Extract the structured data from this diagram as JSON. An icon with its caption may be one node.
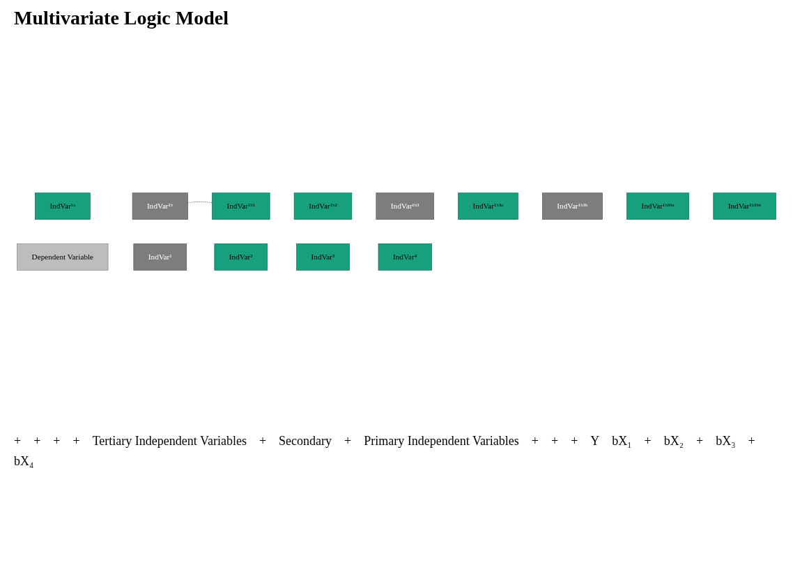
{
  "diagram": {
    "title": "Multivariate Logic Model",
    "nodes": [
      {
        "text": [
          "IndVar¹ᵇ³ᵇ"
        ]
      },
      {
        "text": [
          "IndVar¹ᵇ³ᵇᵃ"
        ]
      },
      {
        "text": [
          "IndVar¹ᵇ³ᵇᵇ"
        ]
      },
      {
        "text": [
          "IndVar¹ᵇ³ᵃ"
        ]
      },
      {
        "text": [
          "IndVar¹ᵇ³"
        ]
      },
      {
        "text": [
          "IndVar¹ᵇ²"
        ]
      },
      {
        "text": [
          "IndVar¹ᵇ¹"
        ]
      },
      {
        "text": [
          "IndVar¹ᵇ"
        ]
      },
      {
        "text": [
          "IndVar¹ᵃ"
        ]
      },
      {
        "text": [
          "Dependent Variable"
        ]
      },
      {
        "text": [
          "IndVar¹"
        ]
      },
      {
        "text": [
          "IndVar²"
        ]
      },
      {
        "text": [
          "IndVar³"
        ]
      },
      {
        "text": [
          "IndVar⁴"
        ]
      }
    ],
    "edges": [
      {
        "from": 7,
        "to": 6,
        "arrow": "none",
        "style": "dashed"
      }
    ],
    "labels": [
      "+",
      "+",
      "+",
      "+",
      "Tertiary Independent Variables",
      "+",
      "Secondary",
      "+",
      "Primary Independent Variables",
      "+",
      "+",
      "+",
      "Y",
      "bX₁",
      "+",
      "bX₂",
      "+",
      "bX₃",
      "+",
      "bX₄"
    ]
  }
}
